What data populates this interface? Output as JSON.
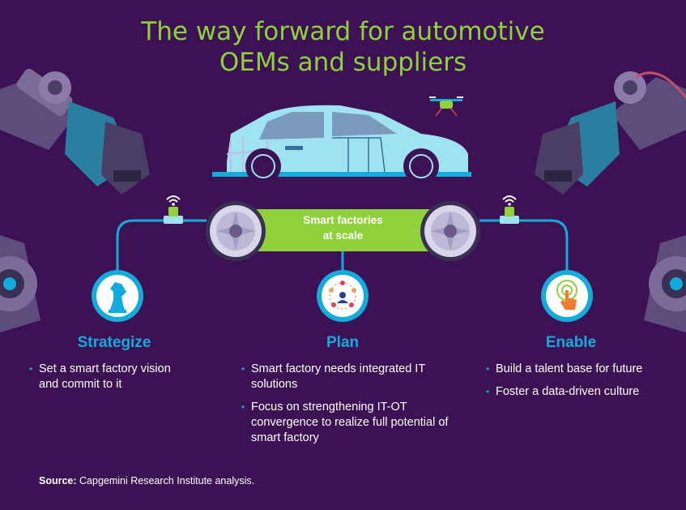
{
  "title": {
    "line1": "The way forward for automotive",
    "line2": "OEMs and suppliers"
  },
  "banner": {
    "line1": "Smart factories",
    "line2": "at scale"
  },
  "columns": [
    {
      "heading": "Strategize",
      "icon": "chess-knight-icon",
      "bullets": [
        "Set a smart factory vision and commit to it"
      ]
    },
    {
      "heading": "Plan",
      "icon": "network-people-icon",
      "bullets": [
        "Smart factory needs integrated IT solutions",
        "Focus on strengthening IT-OT convergence to realize full potential of smart factory"
      ]
    },
    {
      "heading": "Enable",
      "icon": "touch-hand-icon",
      "bullets": [
        "Build a talent base for future",
        "Foster a data-driven culture"
      ]
    }
  ],
  "source": {
    "label": "Source:",
    "text": " Capgemini Research Institute analysis."
  },
  "colors": {
    "background": "#3d1255",
    "title": "#8ed13a",
    "accent": "#12abdb",
    "banner": "#8ed13a",
    "car": "#9fe3f3",
    "robot_arm": "#6a5a88"
  }
}
